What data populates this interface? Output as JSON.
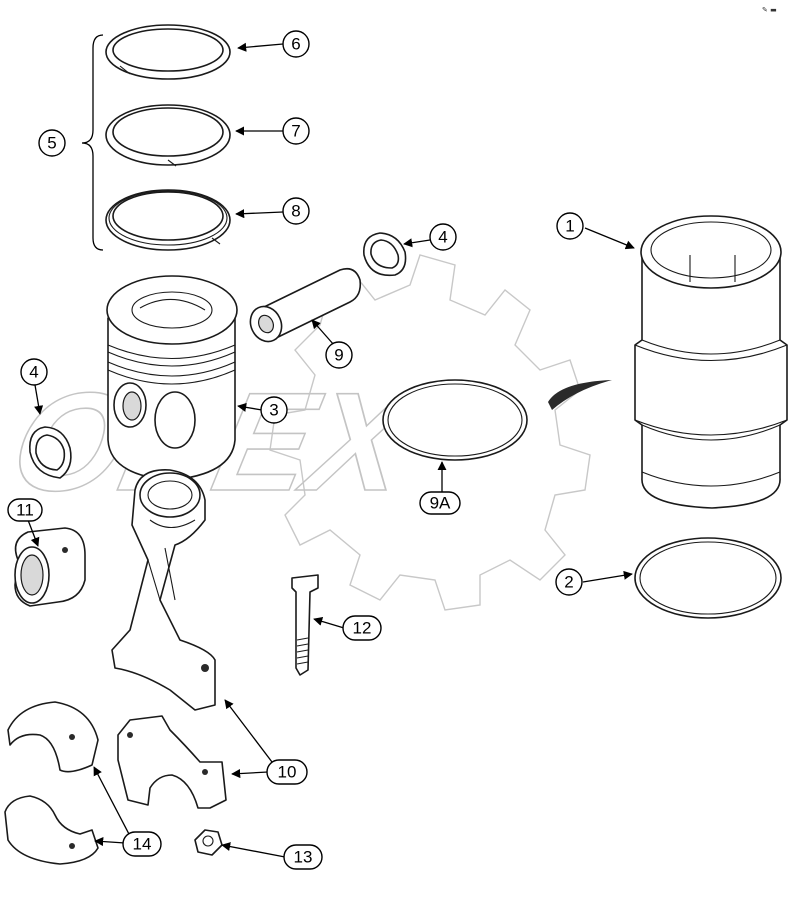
{
  "watermark": {
    "text": "OPEX"
  },
  "corner_mark": "✎ ▬",
  "callouts": {
    "c1": "1",
    "c2": "2",
    "c3": "3",
    "c4a": "4",
    "c4b": "4",
    "c5": "5",
    "c6": "6",
    "c7": "7",
    "c8": "8",
    "c9": "9",
    "c9a": "9A",
    "c10": "10",
    "c11": "11",
    "c12": "12",
    "c13": "13",
    "c14": "14"
  },
  "colors": {
    "line": "#1a1a1a",
    "watermark": "#c8c8c8",
    "background": "#ffffff"
  }
}
